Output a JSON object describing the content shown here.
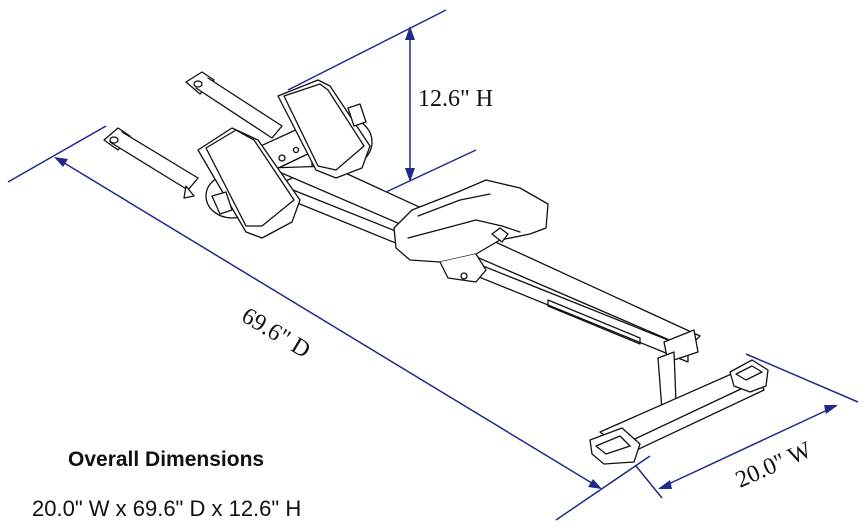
{
  "dimensions": {
    "height_label": "12.6\" H",
    "depth_label": "69.6\" D",
    "width_label": "20.0\" W"
  },
  "caption": {
    "title": "Overall Dimensions",
    "summary": "20.0\" W x 69.6\" D x 12.6\" H"
  },
  "colors": {
    "dimension_line": "#1f2a8a",
    "drawing_stroke": "#111111",
    "background": "#ffffff"
  }
}
